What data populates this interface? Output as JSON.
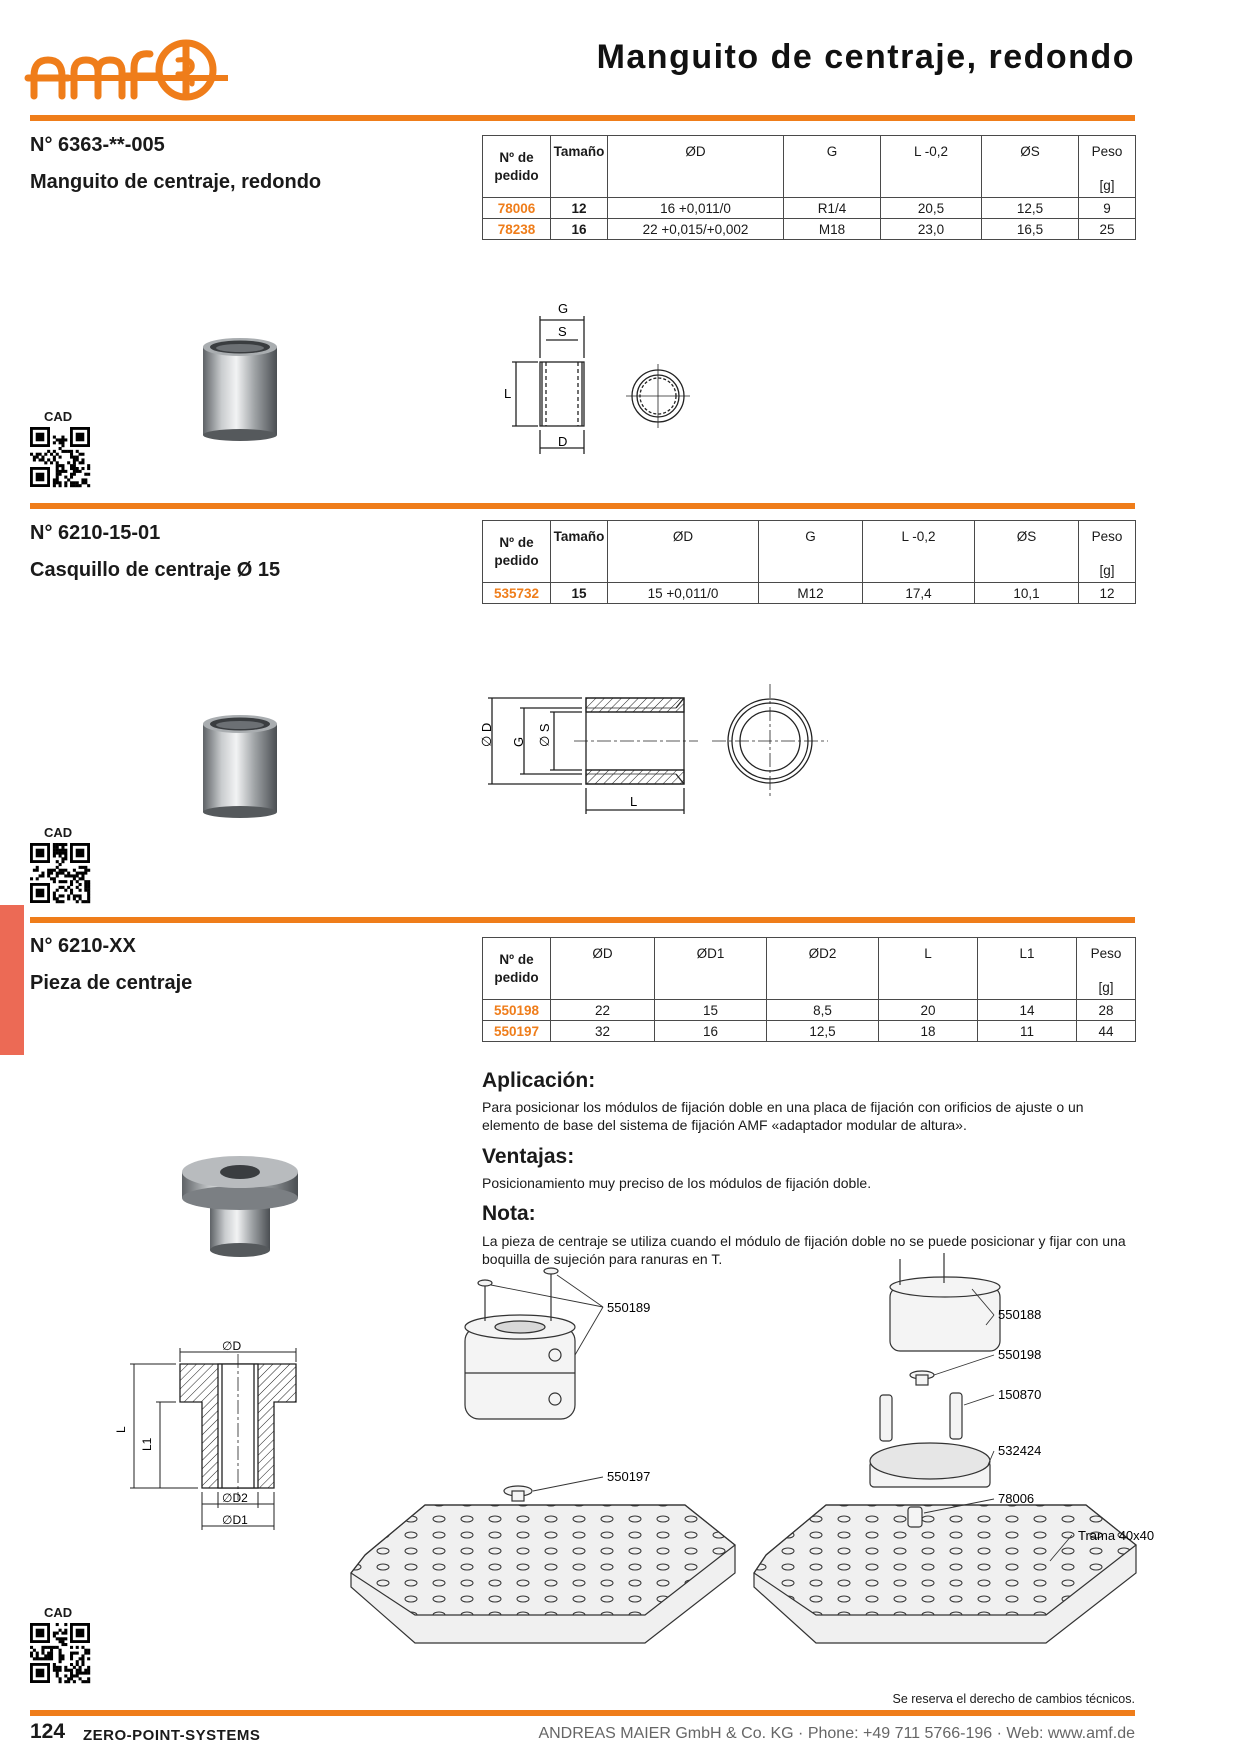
{
  "header": {
    "brand": "amf",
    "title": "Manguito de centraje, redondo"
  },
  "products": [
    {
      "number": "N° 6363-**-005",
      "name": "Manguito de centraje, redondo",
      "columns": [
        "Nº de pedido",
        "Tamaño",
        "ØD",
        "G",
        "L -0,2",
        "ØS",
        "Peso"
      ],
      "unit": "[g]",
      "rows": [
        [
          "78006",
          "12",
          "16 +0,011/0",
          "R1/4",
          "20,5",
          "12,5",
          "9"
        ],
        [
          "78238",
          "16",
          "22 +0,015/+0,002",
          "M18",
          "23,0",
          "16,5",
          "25"
        ]
      ],
      "cad": "CAD",
      "drawing_labels": {
        "g": "G",
        "s": "S",
        "l": "L",
        "d": "D"
      }
    },
    {
      "number": "N° 6210-15-01",
      "name": "Casquillo de centraje Ø 15",
      "columns": [
        "Nº de pedido",
        "Tamaño",
        "ØD",
        "G",
        "L -0,2",
        "ØS",
        "Peso"
      ],
      "unit": "[g]",
      "rows": [
        [
          "535732",
          "15",
          "15 +0,011/0",
          "M12",
          "17,4",
          "10,1",
          "12"
        ]
      ],
      "cad": "CAD",
      "drawing_labels": {
        "d": "∅ D",
        "g": "G",
        "s": "∅ S",
        "l": "L"
      }
    },
    {
      "number": "N° 6210-XX",
      "name": "Pieza de centraje",
      "columns": [
        "Nº de pedido",
        "ØD",
        "ØD1",
        "ØD2",
        "L",
        "L1",
        "Peso"
      ],
      "unit": "[g]",
      "rows": [
        [
          "550198",
          "22",
          "15",
          "8,5",
          "20",
          "14",
          "28"
        ],
        [
          "550197",
          "32",
          "16",
          "12,5",
          "18",
          "11",
          "44"
        ]
      ],
      "cad": "CAD",
      "drawing_labels": {
        "d": "∅D",
        "d1": "∅D1",
        "d2": "∅D2",
        "l": "L",
        "l1": "L1"
      }
    }
  ],
  "text": {
    "aplicacion_title": "Aplicación:",
    "aplicacion": "Para posicionar los módulos de fijación doble en una placa de fijación con orificios de ajuste o un elemento de base del sistema de fijación AMF «adaptador modular de altura».",
    "ventajas_title": "Ventajas:",
    "ventajas": "Posicionamiento muy preciso de los módulos de fijación doble.",
    "nota_title": "Nota:",
    "nota": "La pieza de centraje se utiliza cuando el módulo de fijación doble no se puede posicionar y fijar con una boquilla de sujeción para ranuras en T."
  },
  "callouts": {
    "left": [
      "550189",
      "550197"
    ],
    "right": [
      "550188",
      "550198",
      "150870",
      "532424",
      "78006"
    ],
    "grid": "Trama 40x40"
  },
  "footer": {
    "reserve": "Se reserva el derecho de cambios técnicos.",
    "page": "124",
    "system": "ZERO-POINT-SYSTEMS",
    "company": "ANDREAS MAIER GmbH & Co. KG · Phone: +49 711 5766-196 · Web: www.amf.de"
  },
  "colors": {
    "accent": "#ef7d1a",
    "tab": "#ec6a55",
    "code": "#ef7d1a"
  }
}
